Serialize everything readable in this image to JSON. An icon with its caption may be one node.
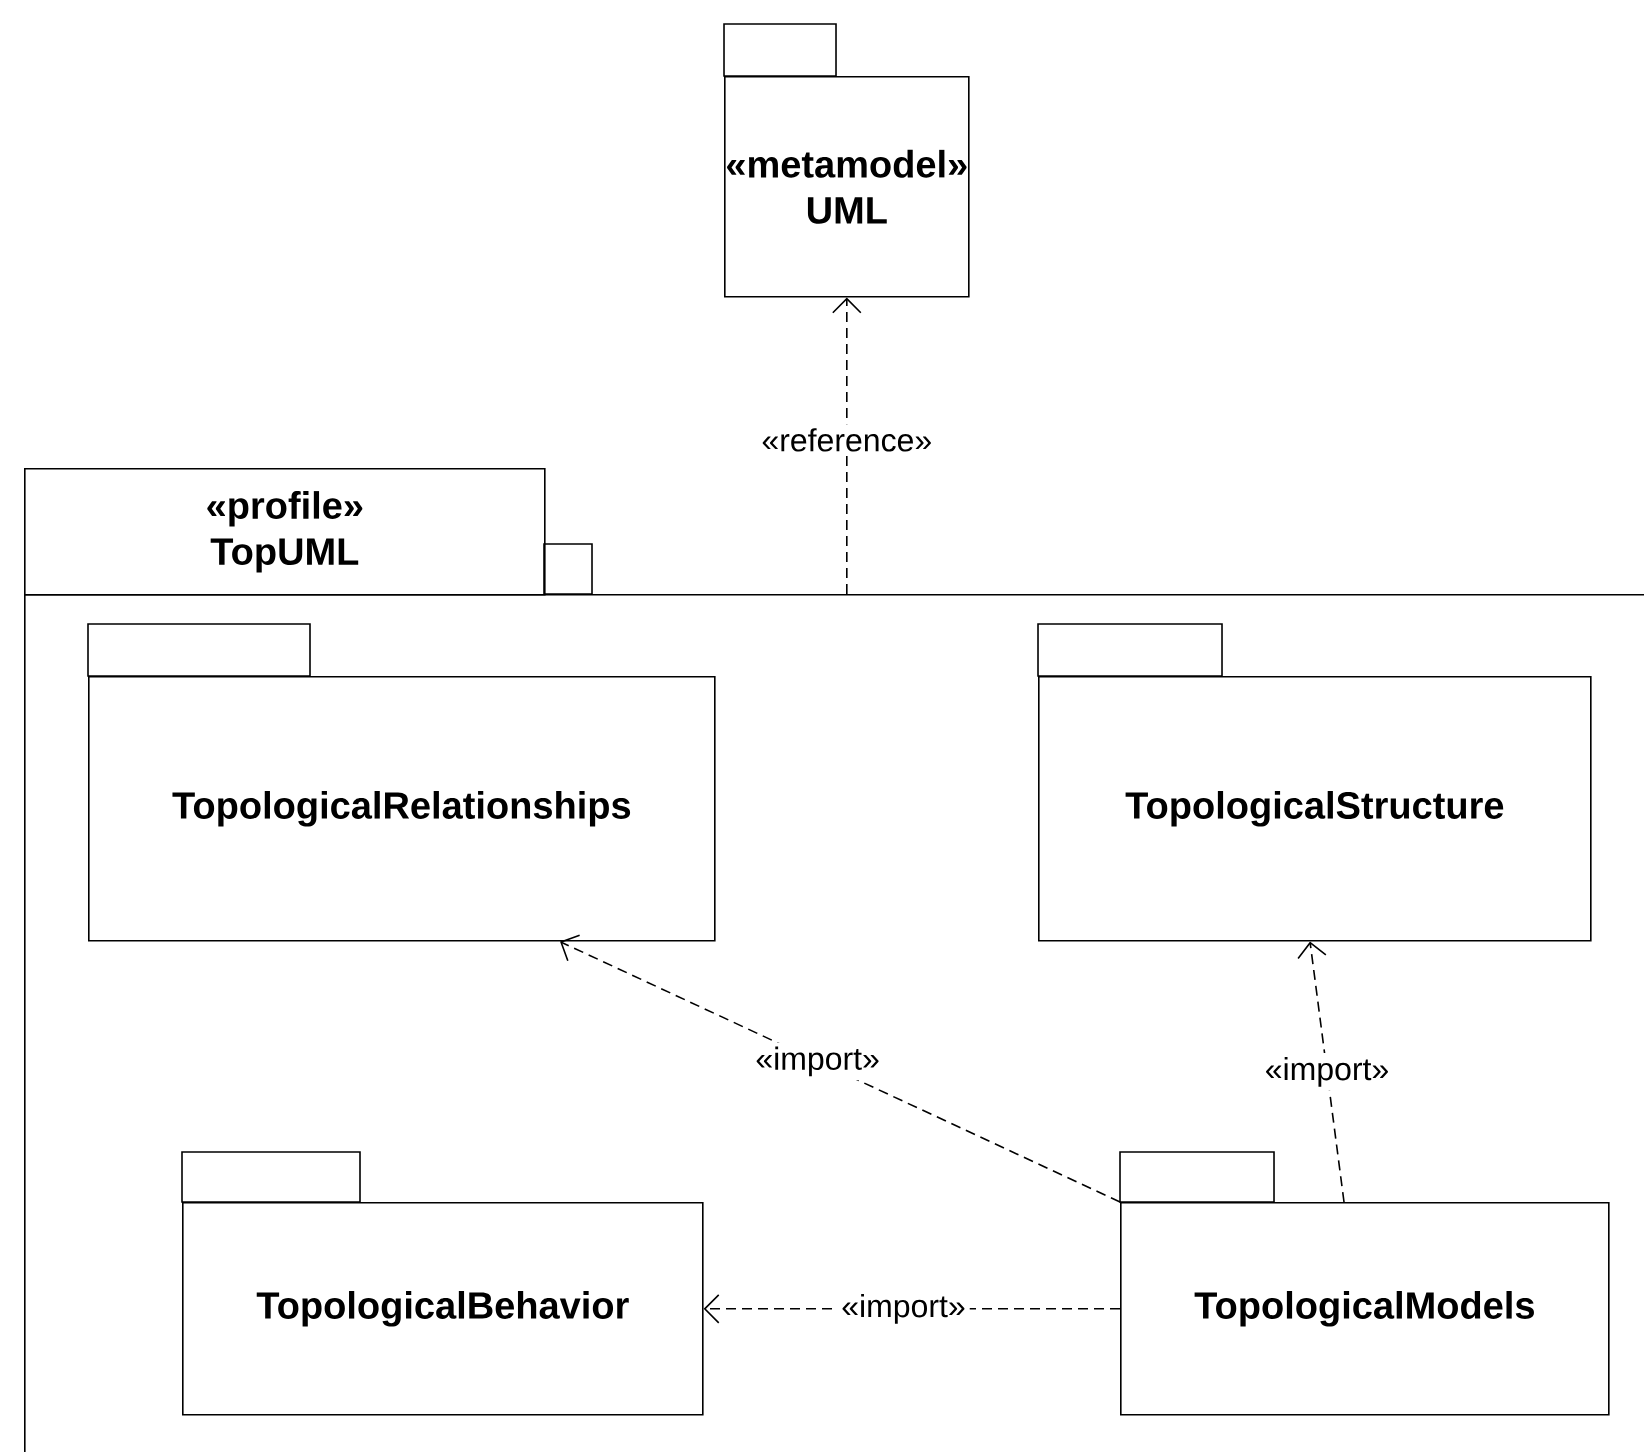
{
  "diagram": {
    "nodes": [
      {
        "text": [
          "«metamodel»",
          "UML"
        ]
      },
      {
        "text": [
          "«profile»",
          "TopUML"
        ]
      },
      {
        "text": [
          "TopologicalRelationships"
        ],
        "in": 1
      },
      {
        "text": [
          "TopologicalStructure"
        ],
        "in": 1
      },
      {
        "text": [
          "TopologicalBehavior"
        ],
        "in": 1
      },
      {
        "text": [
          "TopologicalModels"
        ],
        "in": 1
      }
    ],
    "edges": [
      {
        "from": 1,
        "to": 0,
        "arrow": "to",
        "label": "«reference»",
        "style": "dashed"
      },
      {
        "from": 5,
        "to": 2,
        "arrow": "to",
        "label": "«import»",
        "style": "dashed"
      },
      {
        "from": 5,
        "to": 3,
        "arrow": "to",
        "label": "«import»",
        "style": "dashed"
      },
      {
        "from": 5,
        "to": 4,
        "arrow": "to",
        "label": "«import»",
        "style": "dashed"
      }
    ]
  }
}
